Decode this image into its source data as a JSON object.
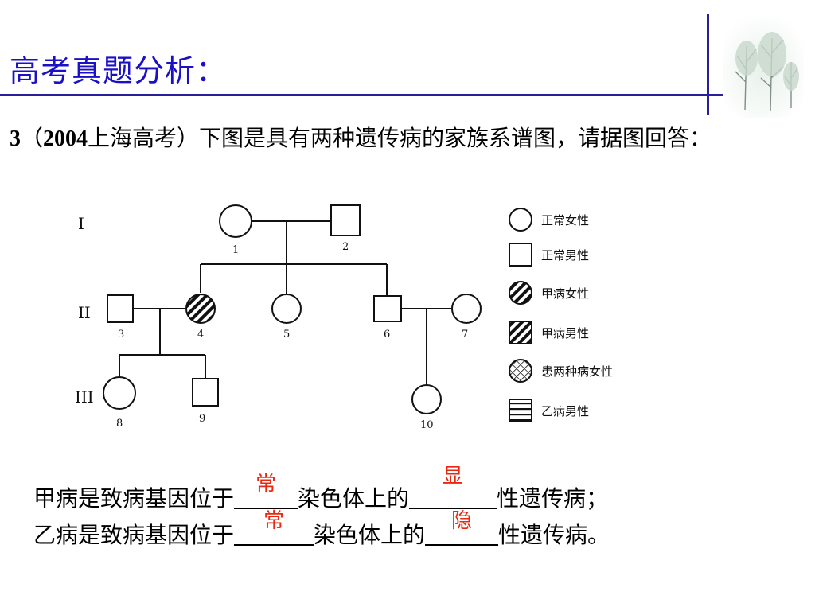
{
  "title": "高考真题分析：",
  "question": {
    "number": "3",
    "open_paren": "（",
    "year": "2004",
    "source_text": "上海高考",
    "rest": "）下图是具有两种遗传病的家族系谱图，请据图回答："
  },
  "pedigree": {
    "generations": [
      "I",
      "II",
      "III"
    ],
    "individuals": [
      "1",
      "2",
      "3",
      "4",
      "5",
      "6",
      "7",
      "8",
      "9",
      "10"
    ],
    "legend": [
      {
        "symbol": "circle-icon",
        "label": "正常女性"
      },
      {
        "symbol": "square-icon",
        "label": "正常男性"
      },
      {
        "symbol": "diagonal-hatched-circle-icon",
        "label": "甲病女性"
      },
      {
        "symbol": "diagonal-hatched-square-icon",
        "label": "甲病男性"
      },
      {
        "symbol": "cross-hatched-circle-icon",
        "label": "患两种病女性"
      },
      {
        "symbol": "horizontal-striped-square-icon",
        "label": "乙病男性"
      }
    ]
  },
  "answers": {
    "line1": {
      "prefix": "甲病是致病基因位于",
      "blank1": "常",
      "middle": "染色体上的",
      "blank2": "显",
      "suffix": "性遗传病；"
    },
    "line2": {
      "prefix": "乙病是致病基因位于",
      "blank1": "常",
      "middle": "染色体上的",
      "blank2": "隐",
      "suffix": "性遗传病。"
    }
  },
  "colors": {
    "title": "#1a10c8",
    "rule": "#2a1f9a",
    "answer": "#e82810"
  }
}
